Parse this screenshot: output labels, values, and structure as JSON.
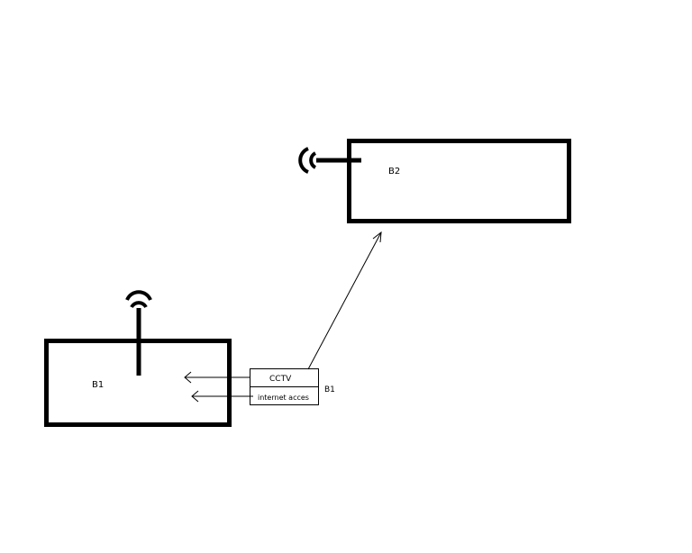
{
  "diagram": {
    "building_b1": {
      "label": "B1"
    },
    "building_b2": {
      "label": "B2"
    },
    "device_box": {
      "row_top": "CCTV",
      "row_bottom": "internet acces",
      "side_label": "B1"
    }
  },
  "colors": {
    "background": "#ffffff",
    "stroke": "#000000"
  }
}
